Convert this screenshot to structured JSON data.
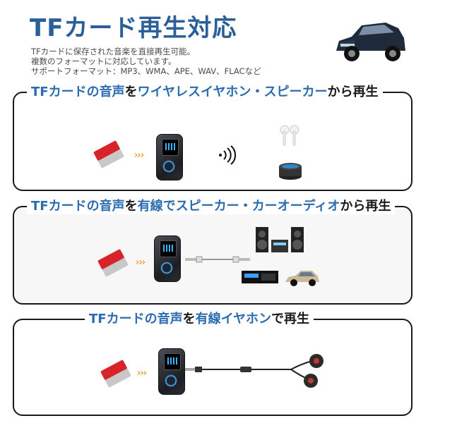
{
  "header": {
    "title": "TFカード再生対応",
    "description": [
      "TFカードに保存された音楽を直接再生可能。",
      "複数のフォーマットに対応しています。",
      "サポートフォーマット：MP3、WMA、APE、WAV、FLACなど"
    ]
  },
  "panels": [
    {
      "title_parts": [
        "TFカードの音声",
        "を",
        "ワイヤレスイヤホン・スピーカー",
        "から再生"
      ]
    },
    {
      "title_parts": [
        "TFカードの音声",
        "を",
        "有線でスピーカー・カーオーディオ",
        "から再生"
      ]
    },
    {
      "title_parts": [
        "TFカードの音声",
        "を",
        "有線イヤホン",
        "で再生"
      ]
    }
  ],
  "colors": {
    "accent_blue": "#2b6cb0",
    "title_blue": "#2a5f97",
    "arrow_orange": "#f29b2d",
    "sd_red": "#d8232a"
  },
  "icons": {
    "arrow": "›››",
    "wireless_waves": "wifi-waves-icon"
  }
}
